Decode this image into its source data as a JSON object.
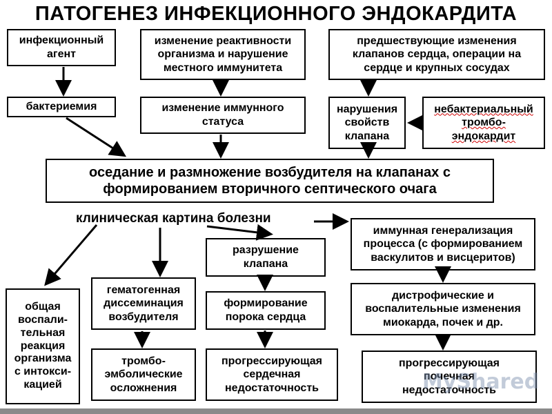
{
  "title": "ПАТОГЕНЕЗ ИНФЕКЦИОННОГО ЭНДОКАРДИТА",
  "boxes": {
    "agent": "инфекционный\nагент",
    "reactivity": "изменение реактивности\nорганизма и нарушение\nместного иммунитета",
    "prior_changes": "предшествующие изменения\nклапанов сердца, операции на\nсердце и крупных сосудах",
    "bacteremia": "бактериемия",
    "immune_status": "изменение иммунного\nстатуса",
    "valve_disorders": "нарушения\nсвойств\nклапана",
    "nonbacterial_1": "небактериальный",
    "nonbacterial_2": "тромбо-",
    "nonbacterial_3": "эндокардит",
    "settling": "оседание и размножение возбудителя на клапанах с\nформированием вторичного септического очага",
    "inflammatory": "общая\nвоспали-\nтельная\nреакция\nорганизма\nс интокси-\nкацией",
    "hematogenous": "гематогенная\nдиссеминация\nвозбудителя",
    "thromboembolic": "тромбо-\nэмболические\nосложнения",
    "valve_destruction": "разрушение\nклапана",
    "heart_defect": "формирование\nпорока сердца",
    "heart_failure": "прогрессирующая\nсердечная\nнедостаточность",
    "immune_generalization": "иммунная генерализация\nпроцесса (с формированием\nваскулитов и висцеритов)",
    "dystrophic": "дистрофические и\nвоспалительные изменения\nмиокарда, почек и др.",
    "renal_failure": "прогрессирующая\nпочечная\nнедостаточность"
  },
  "clinical_picture": "клиническая картина болезни",
  "watermark": "MyShared"
}
